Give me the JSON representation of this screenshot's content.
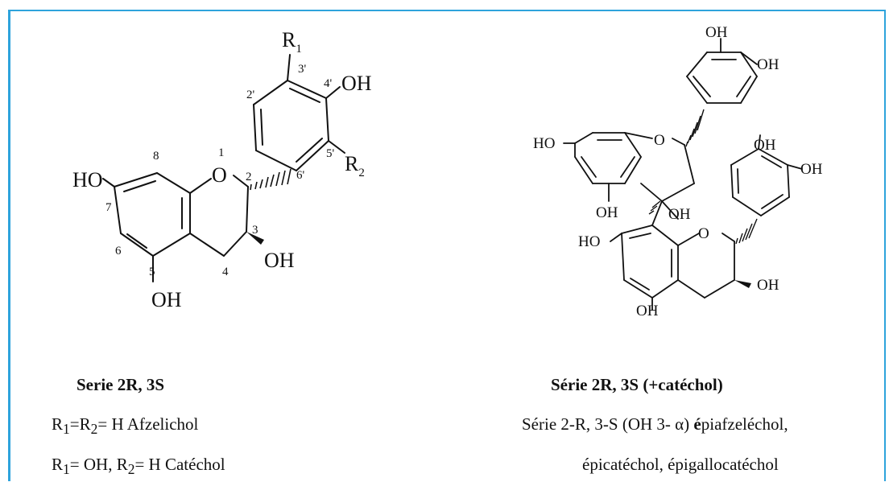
{
  "colors": {
    "frame": "#2ea3dc",
    "ink": "#111111"
  },
  "left_structure": {
    "r1": "R",
    "r1_sub": "1",
    "r2": "R",
    "r2_sub": "2",
    "oh_4p": "OH",
    "ho_7": "HO",
    "oh_3": "OH",
    "oh_5": "OH",
    "o_ring": "O",
    "numbers": {
      "n3p": "3'",
      "n4p": "4'",
      "n2p": "2'",
      "n5p": "5'",
      "n6p": "6'",
      "n1": "1",
      "n2": "2",
      "n3": "3",
      "n4": "4",
      "n5": "5",
      "n6": "6",
      "n7": "7",
      "n8": "8"
    }
  },
  "right_structure": {
    "oh_top1": "OH",
    "oh_top2": "OH",
    "ho_left": "HO",
    "o_upper": "O",
    "oh_b1": "OH",
    "oh_b2": "OH",
    "oh_spiro_left": "OH",
    "oh_spiro_right": "OH",
    "o_lower": "O",
    "ho_lower": "HO",
    "oh_lower_c3": "OH",
    "oh_bottom": "OH"
  },
  "captions": {
    "left_title": "Serie 2R, 3S",
    "left_line1": "R",
    "left_line1_sub1": "1",
    "left_line1_mid": "=R",
    "left_line1_sub2": "2",
    "left_line1_rest": "= H  Afzelichol",
    "left_line2": "R",
    "left_line2_sub1": "1",
    "left_line2_mid": "= OH, R",
    "left_line2_sub2": "2",
    "left_line2_rest": "= H Catéchol",
    "right_title": "Série 2R, 3S (+catéchol)",
    "right_line1_pre": "Série 2-R, 3-S (OH 3- ",
    "right_line1_alpha": "α",
    "right_line1_mid": ") ",
    "right_line1_bold": "é",
    "right_line1_rest": "piafzeléchol,",
    "right_line2": "épicatéchol, épigallocatéchol"
  }
}
